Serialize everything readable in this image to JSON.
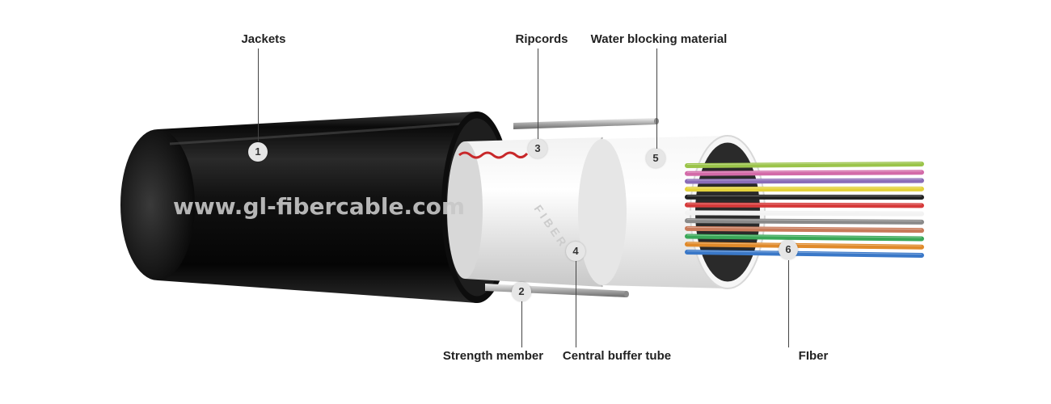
{
  "watermark": "www.gl-fibercable.com",
  "tube_print": "FIBER",
  "labels": {
    "jackets": "Jackets",
    "ripcords": "Ripcords",
    "water_blocking": "Water blocking material",
    "strength_member": "Strength member",
    "central_buffer_tube": "Central buffer tube",
    "fiber": "FIber"
  },
  "markers": [
    "1",
    "2",
    "3",
    "4",
    "5",
    "6"
  ],
  "fiber_colors": [
    "#9bc44a",
    "#d36aa8",
    "#8a6cb8",
    "#e3d23c",
    "#222222",
    "#d63a3a",
    "#f2f2f2",
    "#8a8a8a",
    "#c87a5a",
    "#3aa858",
    "#e08a2a",
    "#3a78c8"
  ]
}
